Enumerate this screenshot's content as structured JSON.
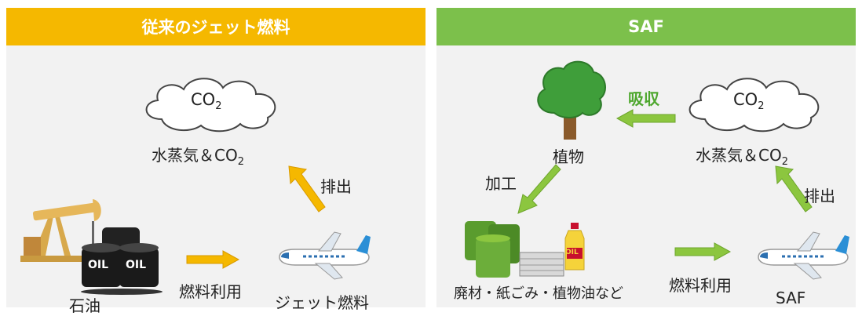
{
  "left": {
    "title": "従来のジェット燃料",
    "cloud_text": "CO",
    "cloud_sub": "2",
    "vapor_label": "水蒸気＆CO",
    "vapor_sub": "2",
    "emit_label": "排出",
    "oil_label": "石油",
    "use_label": "燃料利用",
    "fuel_label": "ジェット燃料",
    "barrel_text_1": "OIL",
    "barrel_text_2": "OIL"
  },
  "right": {
    "title": "SAF",
    "cloud_text": "CO",
    "cloud_sub": "2",
    "absorb_label": "吸収",
    "plant_label": "植物",
    "vapor_label": "水蒸気＆CO",
    "vapor_sub": "2",
    "process_label": "加工",
    "emit_label": "排出",
    "waste_label": "廃材・紙ごみ・植物油など",
    "use_label": "燃料利用",
    "saf_label": "SAF",
    "bottle_text": "OIL"
  },
  "colors": {
    "conventional": "#f5b800",
    "saf": "#7cc04b",
    "arrow_orange": "#f5b800",
    "arrow_green": "#8cc63f"
  }
}
